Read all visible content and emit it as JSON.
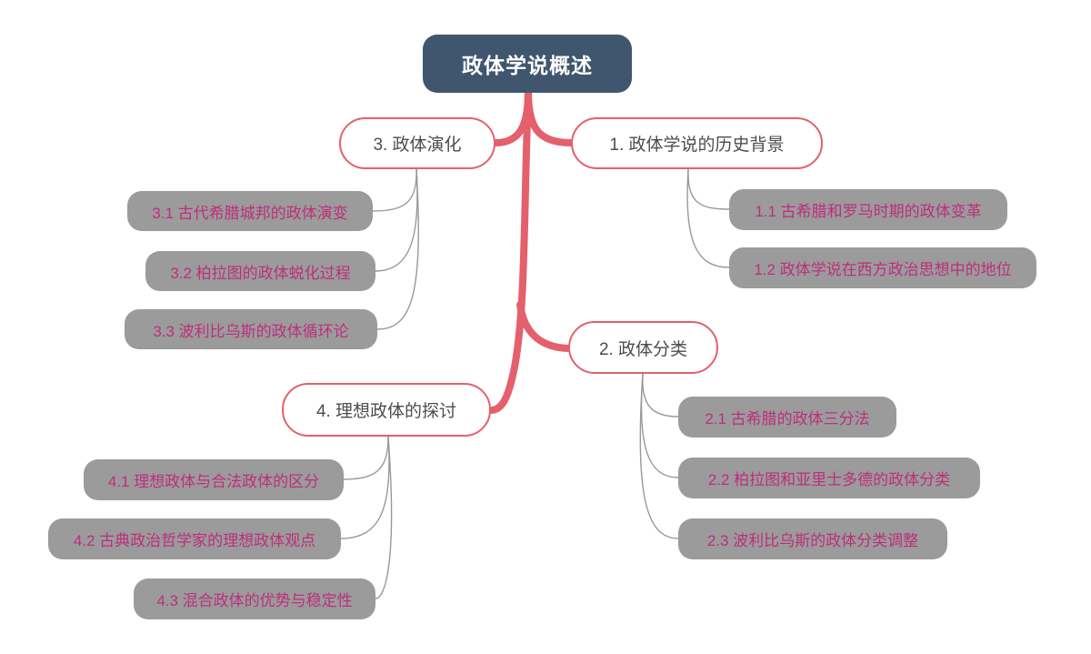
{
  "root": {
    "label": "政体学说概述"
  },
  "branches": [
    {
      "label": "1. 政体学说的历史背景",
      "children": [
        "1.1 古希腊和罗马时期的政体变革",
        "1.2 政体学说在西方政治思想中的地位"
      ]
    },
    {
      "label": "2. 政体分类",
      "children": [
        "2.1 古希腊的政体三分法",
        "2.2 柏拉图和亚里士多德的政体分类",
        "2.3 波利比乌斯的政体分类调整"
      ]
    },
    {
      "label": "3. 政体演化",
      "children": [
        "3.1 古代希腊城邦的政体演变",
        "3.2 柏拉图的政体蜕化过程",
        "3.3 波利比乌斯的政体循环论"
      ]
    },
    {
      "label": "4. 理想政体的探讨",
      "children": [
        "4.1 理想政体与合法政体的区分",
        "4.2 古典政治哲学家的理想政体观点",
        "4.3 混合政体的优势与稳定性"
      ]
    }
  ],
  "colors": {
    "root_fill": "#40566F",
    "root_text": "#FFFFFF",
    "branch_border": "#E4606C",
    "branch_fill": "#FFFFFF",
    "branch_text": "#4D4D4D",
    "child_fill": "#9B9B9B",
    "child_text": "#BE2E7D",
    "thin_line": "#999999",
    "canvas_bg": "#FFFFFF"
  }
}
